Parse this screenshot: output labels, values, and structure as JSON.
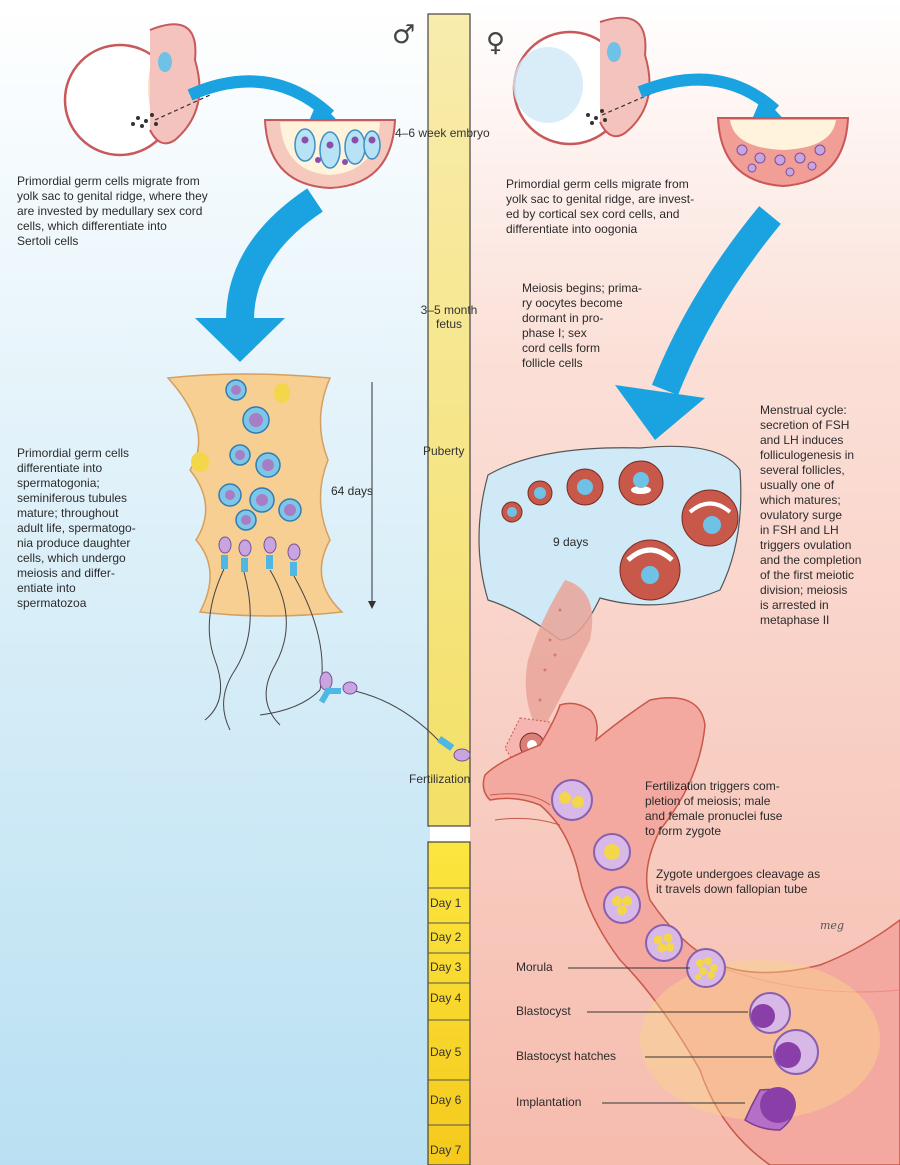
{
  "symbols": {
    "male": "♂",
    "female": "♀"
  },
  "timeline": {
    "embryo": "4–6 week embryo",
    "fetus": "3–5 month\nfetus",
    "puberty": "Puberty",
    "fertilization": "Fertilization",
    "days": [
      "Day 1",
      "Day 2",
      "Day 3",
      "Day 4",
      "Day 5",
      "Day 6",
      "Day 7"
    ]
  },
  "male": {
    "migration": "Primordial germ cells migrate from\nyolk sac to genital ridge, where they\nare invested by medullary sex cord\ncells, which differentiate into\nSertoli cells",
    "differentiation": "Primordial germ cells\ndifferentiate into\nspermatogonia;\nseminiferous tubules\nmature; throughout\nadult life, spermatogo-\nnia produce daughter\ncells, which undergo\nmeiosis and differ-\nentiate into\nspermatozoa",
    "duration": "64 days"
  },
  "female": {
    "migration": "Primordial germ cells migrate from\nyolk sac to genital ridge, are invest-\ned by cortical sex cord cells, and\ndifferentiate into oogonia",
    "meiosis": "Meiosis begins; prima-\nry oocytes become\ndormant in pro-\nphase I; sex\ncord cells form\nfollicle cells",
    "menstrual": "Menstrual cycle:\nsecretion of FSH\nand LH induces\nfolliculogenesis in\nseveral follicles,\nusually one of\nwhich matures;\novulatory surge\nin FSH and LH\ntriggers ovulation\nand the completion\nof the first meiotic\ndivision; meiosis\nis arrested in\nmetaphase II",
    "duration": "9 days",
    "fertilization": "Fertilization triggers com-\npletion of meiosis; male\nand female pronuclei fuse\nto form zygote",
    "cleavage": "Zygote undergoes cleavage as\nit travels down fallopian tube",
    "signature": "meg",
    "stages": [
      "Morula",
      "Blastocyst",
      "Blastocyst hatches",
      "Implantation"
    ]
  },
  "colors": {
    "male_bg": "#cfe9f6",
    "female_bg": "#f8c9bd",
    "timeline": "#f7e463",
    "arrow": "#1aa3e0",
    "tissue": "#f7cf92",
    "follicle": "#c7584a"
  }
}
